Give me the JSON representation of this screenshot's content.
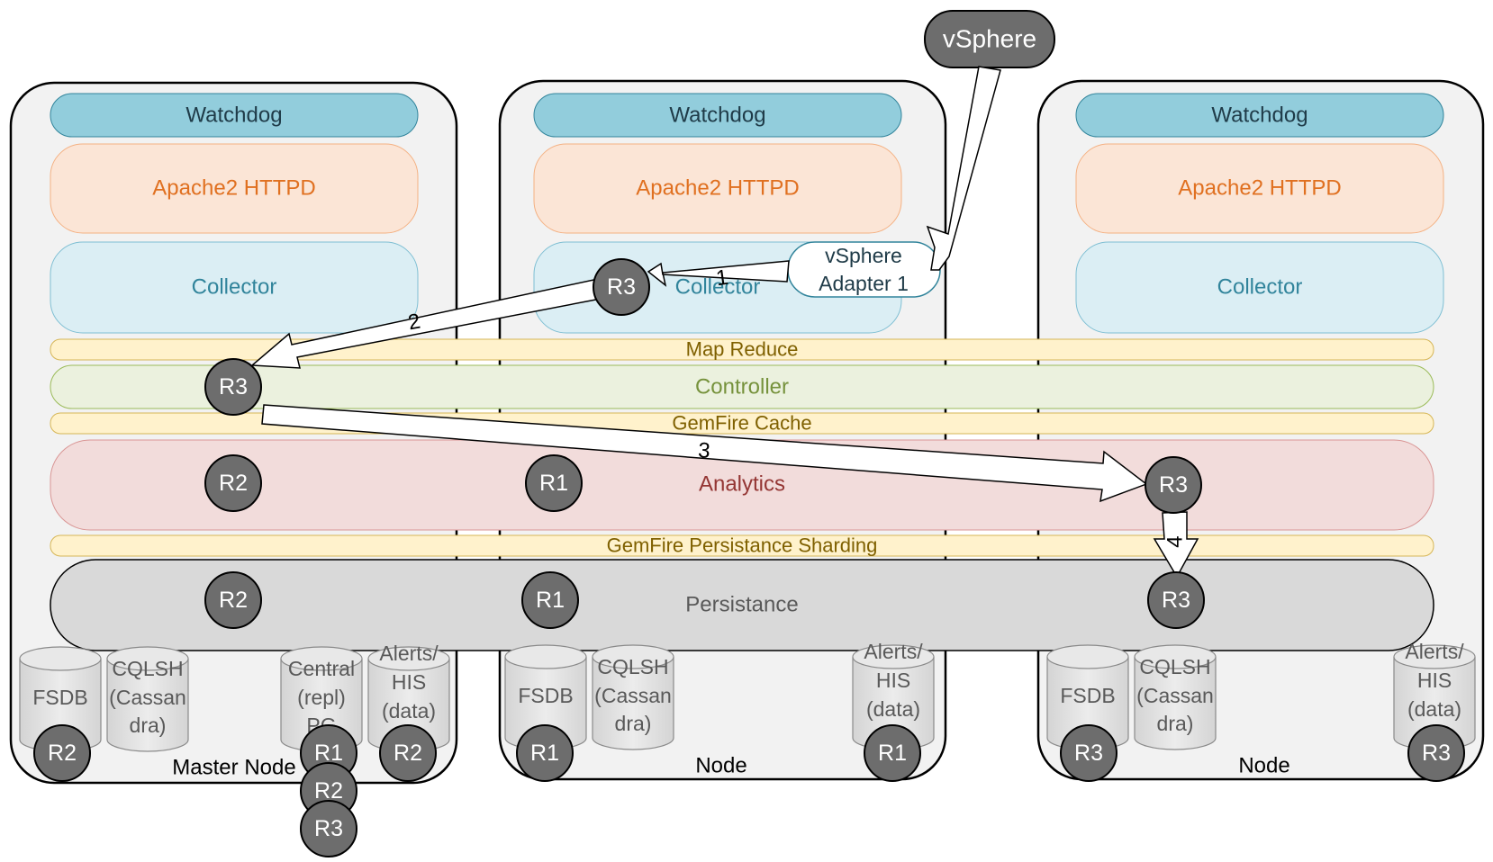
{
  "nodes": [
    {
      "name": "Master Node",
      "watchdog": "Watchdog",
      "apache": "Apache2 HTTPD",
      "collector": "Collector"
    },
    {
      "name": "Node",
      "watchdog": "Watchdog",
      "apache": "Apache2 HTTPD",
      "collector": "Collector"
    },
    {
      "name": "Node",
      "watchdog": "Watchdog",
      "apache": "Apache2 HTTPD",
      "collector": "Collector"
    }
  ],
  "layers": {
    "map_reduce": "Map Reduce",
    "controller": "Controller",
    "gemfire_cache": "GemFire Cache",
    "analytics": "Analytics",
    "gemfire_sharding": "GemFire Persistance Sharding",
    "persistance": "Persistance"
  },
  "external": {
    "vsphere": "vSphere",
    "adapter_line1": "vSphere",
    "adapter_line2": "Adapter 1"
  },
  "databases": {
    "master": [
      {
        "lines": [
          "FSDB"
        ]
      },
      {
        "lines": [
          "CQLSH",
          "(Cassan",
          "dra)"
        ]
      },
      {
        "lines": [
          "Central",
          "(repl)",
          "PG"
        ]
      },
      {
        "lines": [
          "Alerts/",
          "HIS",
          "(data)"
        ]
      }
    ],
    "node2": [
      {
        "lines": [
          "FSDB"
        ]
      },
      {
        "lines": [
          "CQLSH",
          "(Cassan",
          "dra)"
        ]
      },
      {
        "lines": [
          "Alerts/",
          "HIS",
          "(data)"
        ]
      }
    ],
    "node3": [
      {
        "lines": [
          "FSDB"
        ]
      },
      {
        "lines": [
          "CQLSH",
          "(Cassan",
          "dra)"
        ]
      },
      {
        "lines": [
          "Alerts/",
          "HIS",
          "(data)"
        ]
      }
    ]
  },
  "replicas": {
    "collector_r3": "R3",
    "controller_r3": "R3",
    "analytics_master_r2": "R2",
    "analytics_r1": "R1",
    "analytics_node3_r3": "R3",
    "persist_master_r2": "R2",
    "persist_r1": "R1",
    "persist_node3_r3": "R3",
    "fsdb_master_r2": "R2",
    "pg_r1": "R1",
    "pg_r2": "R2",
    "pg_r3": "R3",
    "alerts_master_r2": "R2",
    "fsdb_node2_r1": "R1",
    "alerts_node2_r1": "R1",
    "fsdb_node3_r3": "R3",
    "alerts_node3_r3": "R3"
  },
  "arrows": {
    "a1": "1",
    "a2": "2",
    "a3": "3",
    "a4": "4"
  },
  "colors": {
    "watchdog_fill": "#92cddc",
    "apache_fill": "#fbe5d6",
    "apache_text": "#e07020",
    "collector_fill": "#dbeef4",
    "collector_text": "#31849b",
    "yellow_fill": "#fff2cc",
    "yellow_text": "#7f6000",
    "controller_fill": "#ebf1de",
    "controller_text": "#76923c",
    "analytics_fill": "#f2dcdb",
    "analytics_text": "#943634",
    "persist_fill": "#d9d9d9",
    "replica_fill": "#6d6d6d"
  }
}
